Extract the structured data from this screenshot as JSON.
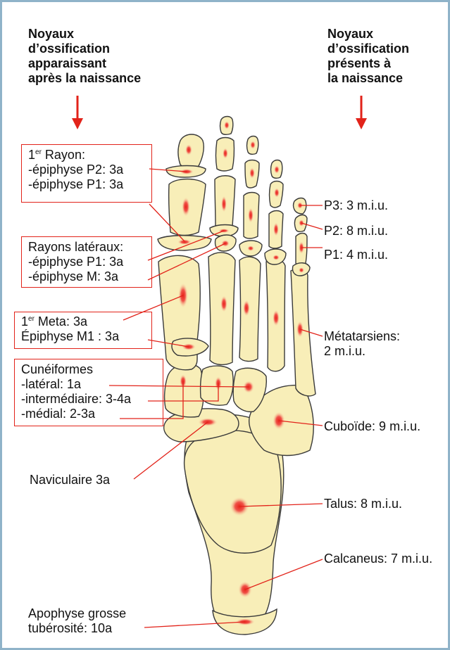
{
  "headers": {
    "left": [
      "Noyaux",
      "d’ossification",
      "apparaissant",
      "après la naissance"
    ],
    "right": [
      "Noyaux",
      "d’ossification",
      "présents à",
      "la naissance"
    ]
  },
  "left_labels": {
    "rayon1": {
      "title_sup": "er",
      "title_num": "1",
      "title_rest": " Rayon:",
      "lines": [
        "-épiphyse P2: 3a",
        "-épiphyse P1: 3a"
      ]
    },
    "rayons_lateraux": {
      "lines": [
        "Rayons latéraux:",
        "-épiphyse P1: 3a",
        "-épiphyse M: 3a"
      ]
    },
    "meta1": {
      "title_num": "1",
      "title_sup": "er",
      "title_rest": " Meta: 3a",
      "line2": "Épiphyse M1 : 3a"
    },
    "cuneiformes": {
      "lines": [
        "Cunéiformes",
        "-latéral: 1a",
        "-intermédiaire: 3-4a",
        "-médial: 2-3a"
      ]
    },
    "naviculaire": "Naviculaire 3a",
    "apophyse": [
      "Apophyse grosse",
      "tubérosité: 10a"
    ]
  },
  "right_labels": {
    "p3": "P3: 3 m.i.u.",
    "p2": "P2: 8 m.i.u.",
    "p1": "P1: 4 m.i.u.",
    "metatarsiens": [
      "Métatarsiens:",
      "2 m.i.u."
    ],
    "cuboide": "Cuboïde: 9 m.i.u.",
    "talus": "Talus: 8 m.i.u.",
    "calcaneus": "Calcaneus: 7 m.i.u."
  },
  "colors": {
    "bone_fill": "#f8eeb8",
    "bone_stroke": "#3a3a3a",
    "nucleus": "#e8231a",
    "leader": "#e2231a",
    "frame": "#8fb3c9"
  }
}
